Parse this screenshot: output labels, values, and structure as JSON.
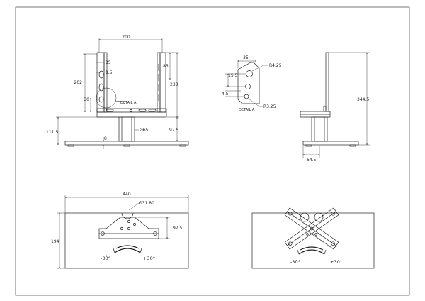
{
  "drawing": {
    "front_view": {
      "width_dim": "200",
      "top_slot_dim": "35",
      "slot_width_dim": "8.5",
      "upright_height_dim": "202",
      "bottom_slot_dim": "30",
      "right_slot_dim": "85",
      "bracket_height_dim": "233",
      "column_dim": "Ø65",
      "column_height_dim": "97.5",
      "base_height_dim": "111.5",
      "plate_thickness_dim": "8",
      "detail_label": "DETAIL A"
    },
    "detail_a": {
      "width_dim": "35",
      "big_radius_dim": "R4.25",
      "spacing_dim": "15.5",
      "offset_dim": "4.5",
      "small_radius_dim": "R3.25",
      "detail_label": "DETAIL A"
    },
    "side_view": {
      "height_dim": "344.5",
      "depth_dim": "64.5"
    },
    "top_view": {
      "width_dim": "440",
      "depth_dim": "194",
      "hole_dim": "Ø31.80",
      "bracket_offset_dim": "97.5",
      "left_angle": "-30°",
      "right_angle": "+30°"
    },
    "rotated_view": {
      "left_angle": "-30°",
      "right_angle": "+30°"
    }
  }
}
